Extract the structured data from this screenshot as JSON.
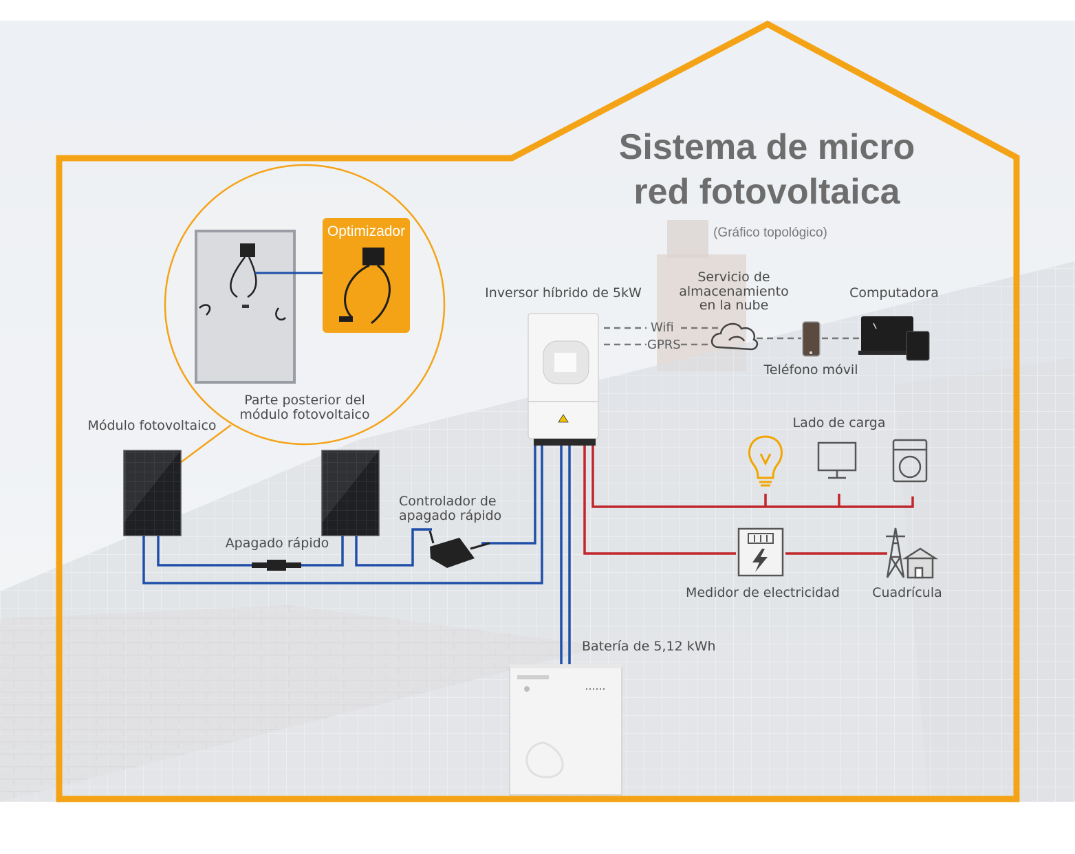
{
  "title_line1": "Sistema de micro",
  "title_line2": "red fotovoltaica",
  "subtitle": "(Gráfico topológico)",
  "labels": {
    "optimizer": "Optimizador",
    "module_back_1": "Parte posterior del",
    "module_back_2": "módulo fotovoltaico",
    "pv_module": "Módulo fotovoltaico",
    "inverter": "Inversor híbrido de 5kW",
    "cloud_1": "Servicio de",
    "cloud_2": "almacenamiento",
    "cloud_3": "en la nube",
    "computer": "Computadora",
    "phone": "Teléfono móvil",
    "wifi": "Wifi",
    "gprs": "GPRS",
    "load_side": "Lado de carga",
    "shutdown_controller_1": "Controlador de",
    "shutdown_controller_2": "apagado rápido",
    "rapid_shutdown": "Apagado rápido",
    "meter": "Medidor de electricidad",
    "grid": "Cuadrícula",
    "battery": "Batería de 5,12 kWh"
  },
  "colors": {
    "frame": "#f4a316",
    "dc_cable": "#1f4fa8",
    "ac_cable": "#c0262c",
    "optimizer_bg": "#f4a316"
  }
}
